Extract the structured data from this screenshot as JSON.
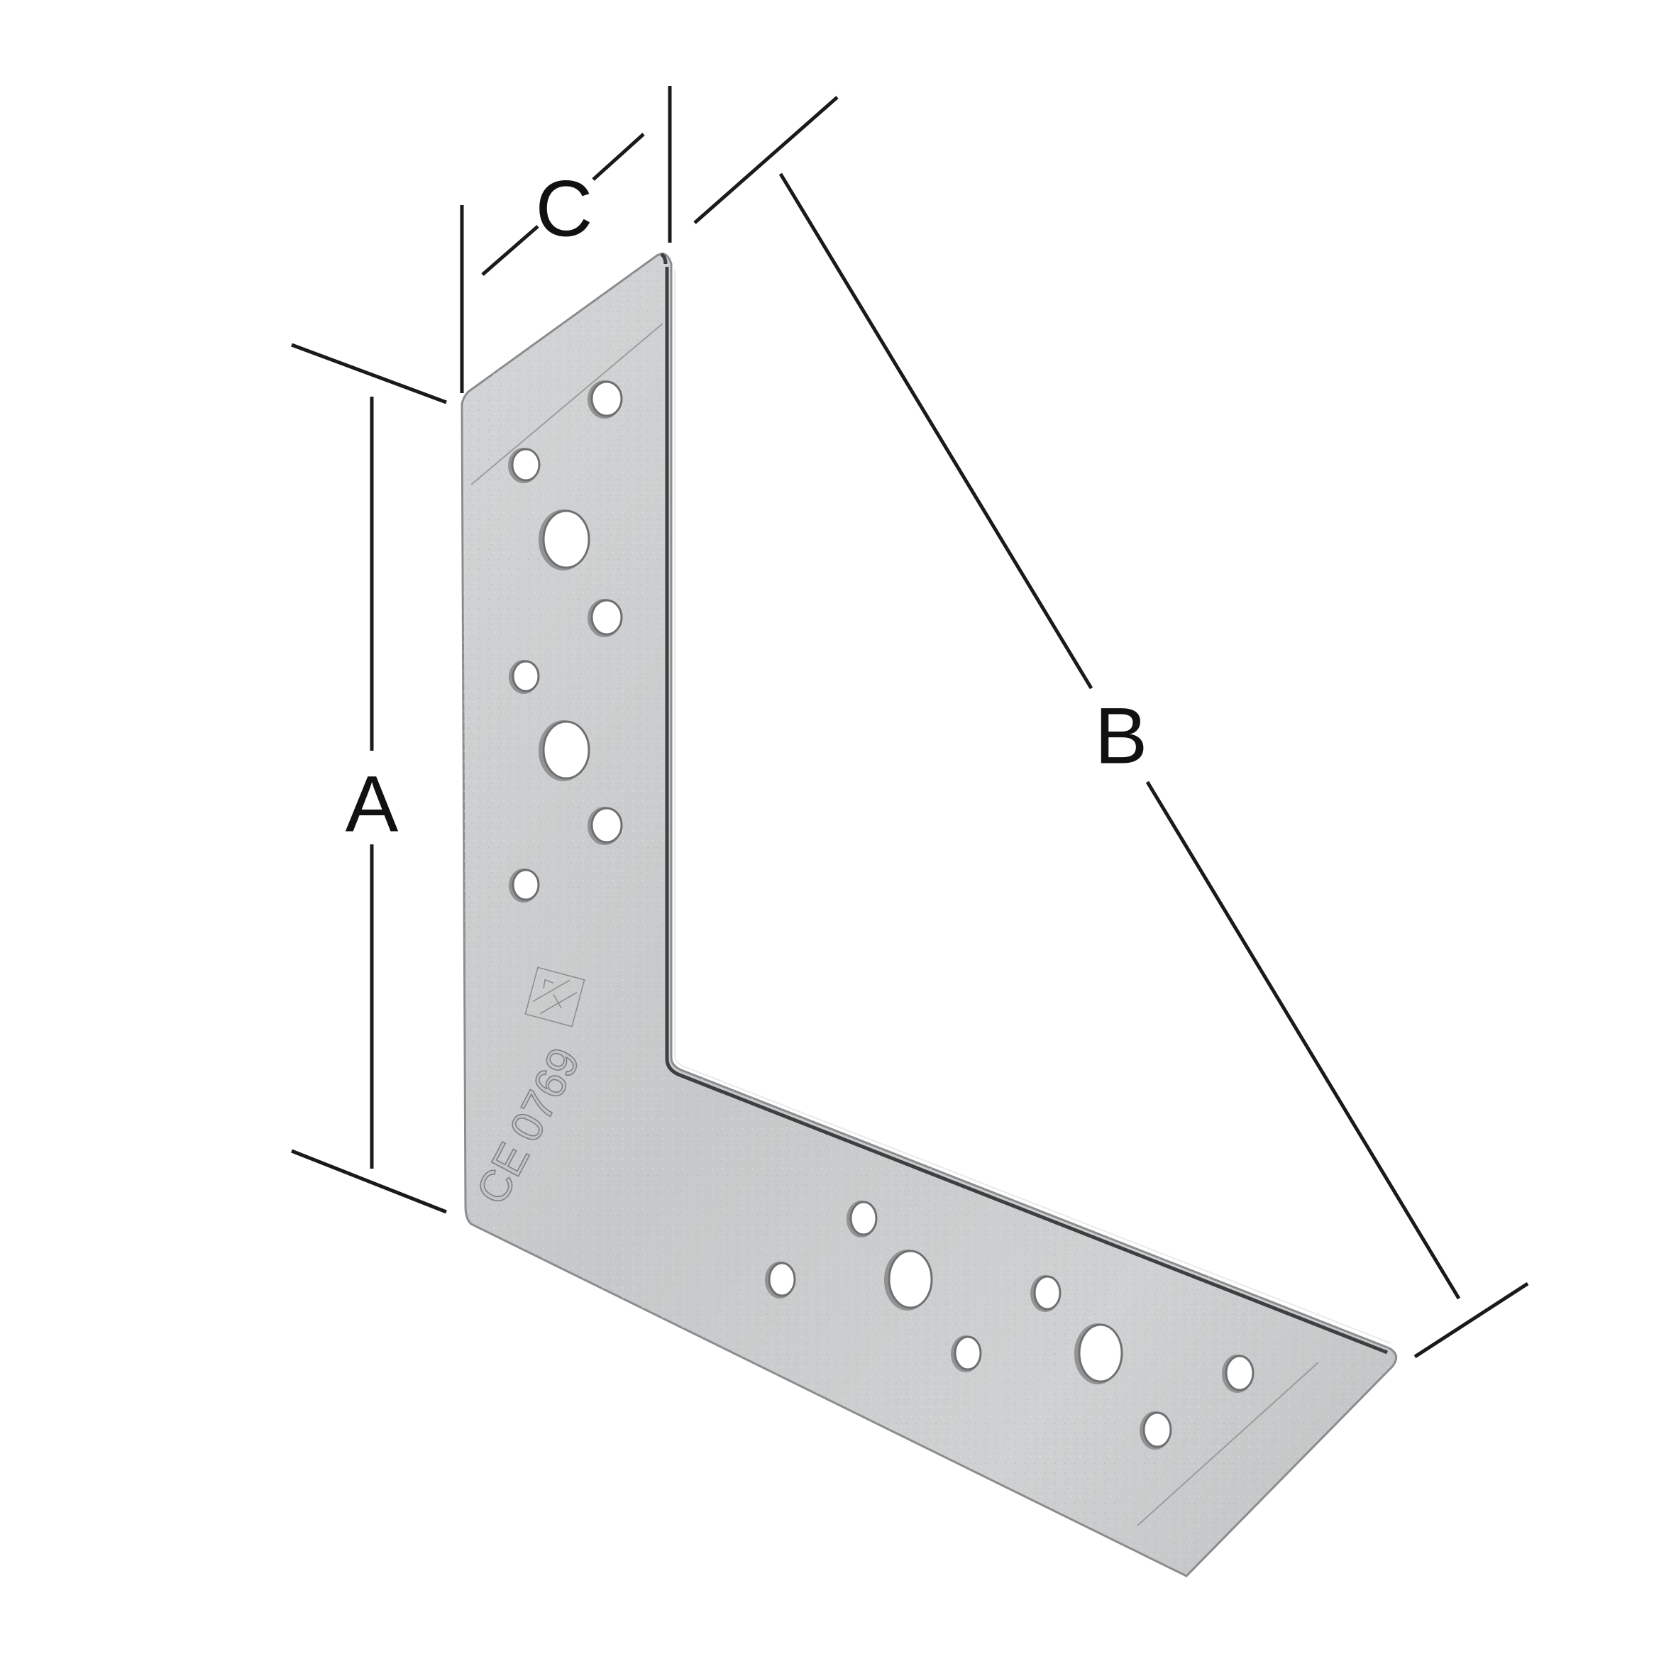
{
  "diagram": {
    "subject": "L-shaped perforated angle bracket (galvanized steel)",
    "colors": {
      "metal_light": "#d6d8d9",
      "metal_mid": "#c3c5c6",
      "metal_dark": "#a9abac",
      "edge": "#3d3f40",
      "dimension_line": "#1a1a1a",
      "background": "#ffffff"
    },
    "dimensions": {
      "a": {
        "label": "A",
        "meaning": "height of vertical leg"
      },
      "b": {
        "label": "B",
        "meaning": "length of horizontal leg"
      },
      "c": {
        "label": "C",
        "meaning": "width of bracket strip"
      }
    },
    "markings": {
      "ce_mark": "CE",
      "notified_body_number": "0769",
      "logo": "diamond manufacturer mark"
    },
    "holes": {
      "vertical_leg_count": 8,
      "horizontal_leg_count": 8
    }
  }
}
